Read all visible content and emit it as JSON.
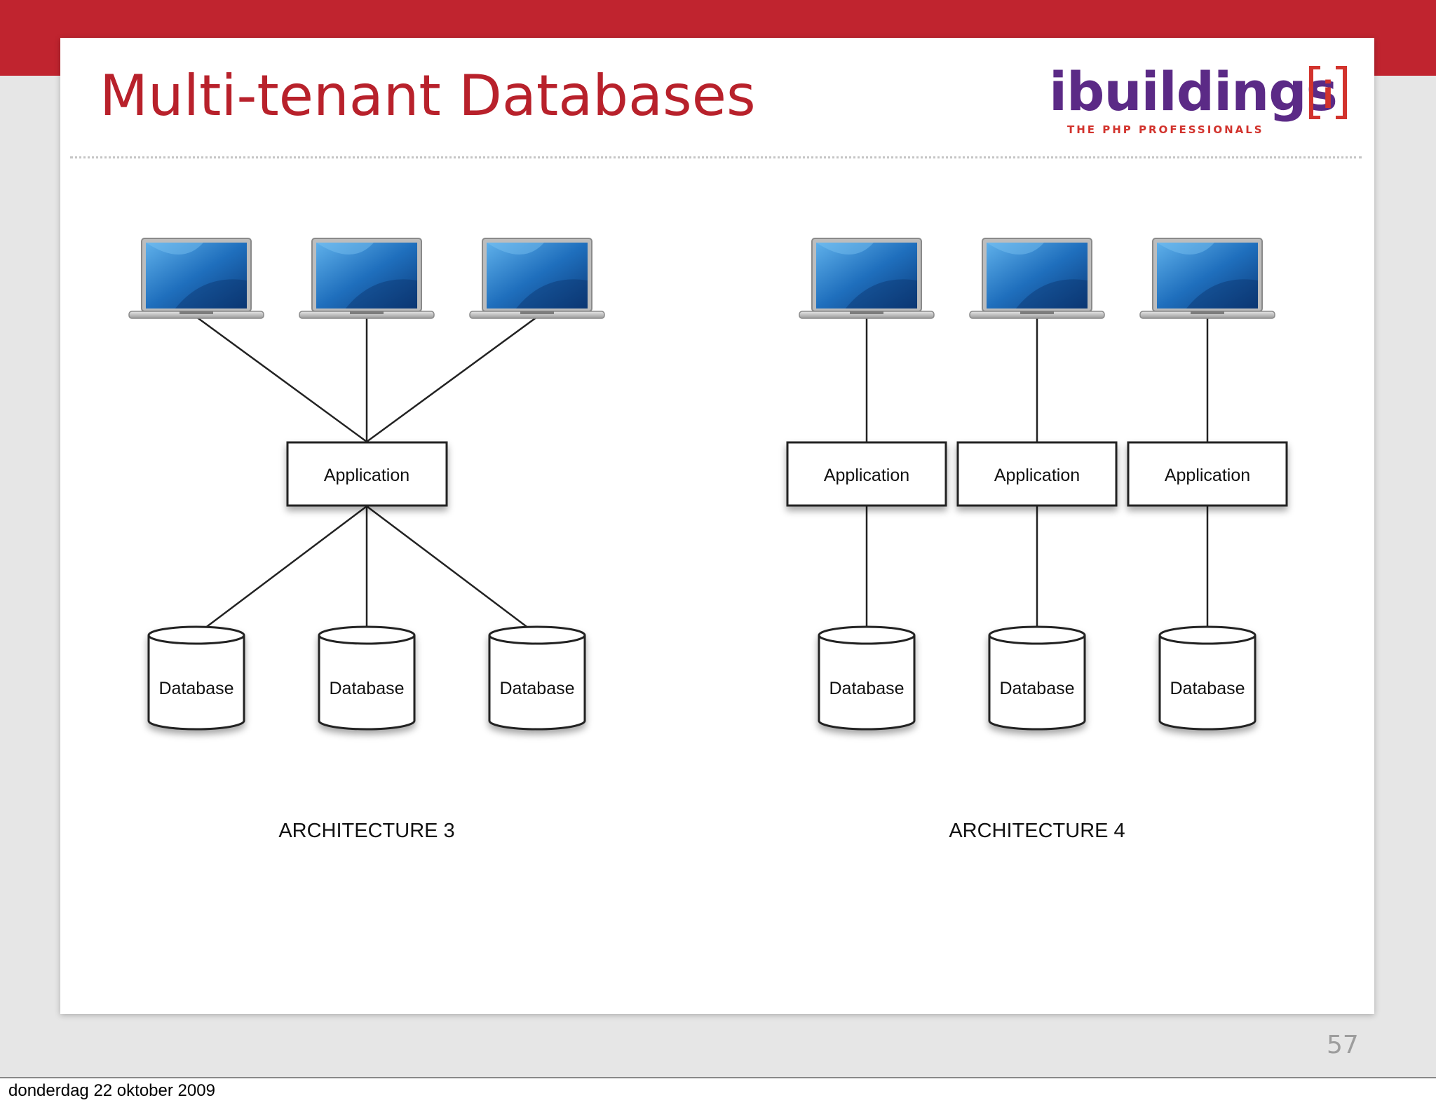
{
  "slide": {
    "title": "Multi-tenant Databases",
    "page_number": "57"
  },
  "logo": {
    "wordmark": "ibuildings",
    "tagline": "THE PHP PROFESSIONALS",
    "mark": "i",
    "colors": {
      "wordmark": "#5b2a86",
      "accent": "#d2332d"
    }
  },
  "footer": {
    "date": "donderdag 22 oktober 2009"
  },
  "diagram": {
    "application_label": "Application",
    "database_label": "Database",
    "architectures": [
      {
        "caption": "ARCHITECTURE 3",
        "clients": 3,
        "applications": 1,
        "databases": 3
      },
      {
        "caption": "ARCHITECTURE 4",
        "clients": 3,
        "applications": 3,
        "databases": 3
      }
    ]
  },
  "colors": {
    "title": "#b8212b",
    "band": "#c0242f",
    "laptop_screen": "#1f6fbd"
  }
}
